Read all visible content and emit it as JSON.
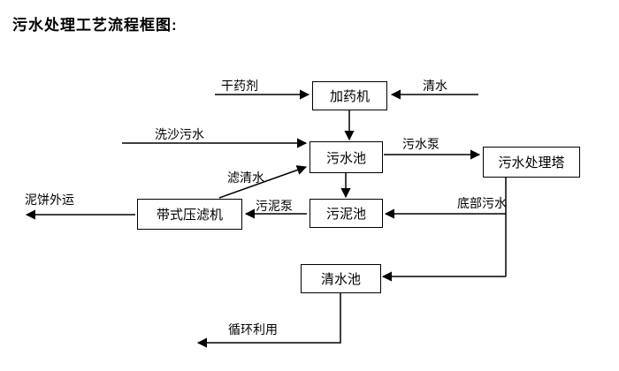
{
  "title": "污水处理工艺流程框图:",
  "colors": {
    "stroke": "#000000",
    "background": "#ffffff"
  },
  "nodes": {
    "dosing_machine": {
      "label": "加药机"
    },
    "sewage_pool": {
      "label": "污水池"
    },
    "sewage_treatment_tower": {
      "label": "污水处理塔"
    },
    "sludge_pool": {
      "label": "污泥池"
    },
    "belt_filter_press": {
      "label": "带式压滤机"
    },
    "clean_water_pool": {
      "label": "清水池"
    }
  },
  "flows": {
    "dry_chemical": "干药剂",
    "clean_water_in": "清水",
    "sand_washing_sewage": "洗沙污水",
    "sewage_pump": "污水泵",
    "filtered_water": "滤清水",
    "sludge_pump": "污泥泵",
    "bottom_sewage": "底部污水",
    "mud_cake_out": "泥饼外运",
    "recycling": "循环利用"
  }
}
